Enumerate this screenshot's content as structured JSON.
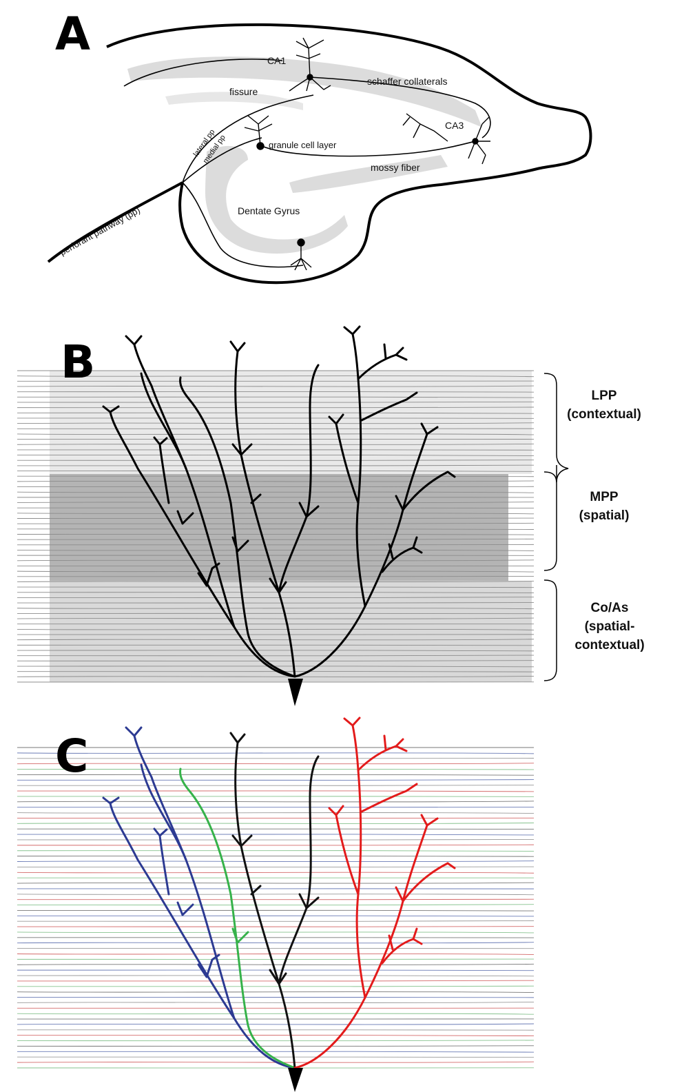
{
  "panels": [
    {
      "letter": "A",
      "labels": {
        "ca1": "CA1",
        "ca3": "CA3",
        "fissure": "fissure",
        "schaffer": "schaffer collaterals",
        "granule": "granule cell layer",
        "mossy": "mossy fiber",
        "dentate": "Dentate Gyrus",
        "perforant": "perforant pathway (pp)",
        "lateral": "lateral pp",
        "medial": "medial pp"
      }
    },
    {
      "letter": "B",
      "layers": [
        {
          "name": "LPP",
          "desc": "(contextual)",
          "desc2": ""
        },
        {
          "name": "MPP",
          "desc": "(spatial)",
          "desc2": ""
        },
        {
          "name": "Co/As",
          "desc": "(spatial-",
          "desc2": "contextual)"
        }
      ]
    },
    {
      "letter": "C",
      "branch_colors": {
        "blue": "#2c3a92",
        "green": "#36b24a",
        "black": "#111111",
        "red": "#e31b1b"
      }
    }
  ],
  "colors": {
    "band_light": "#e9e9e9",
    "band_dark": "#b4b4b4",
    "band_mid": "#d3d3d3",
    "fiber": "#8c8c8c"
  }
}
